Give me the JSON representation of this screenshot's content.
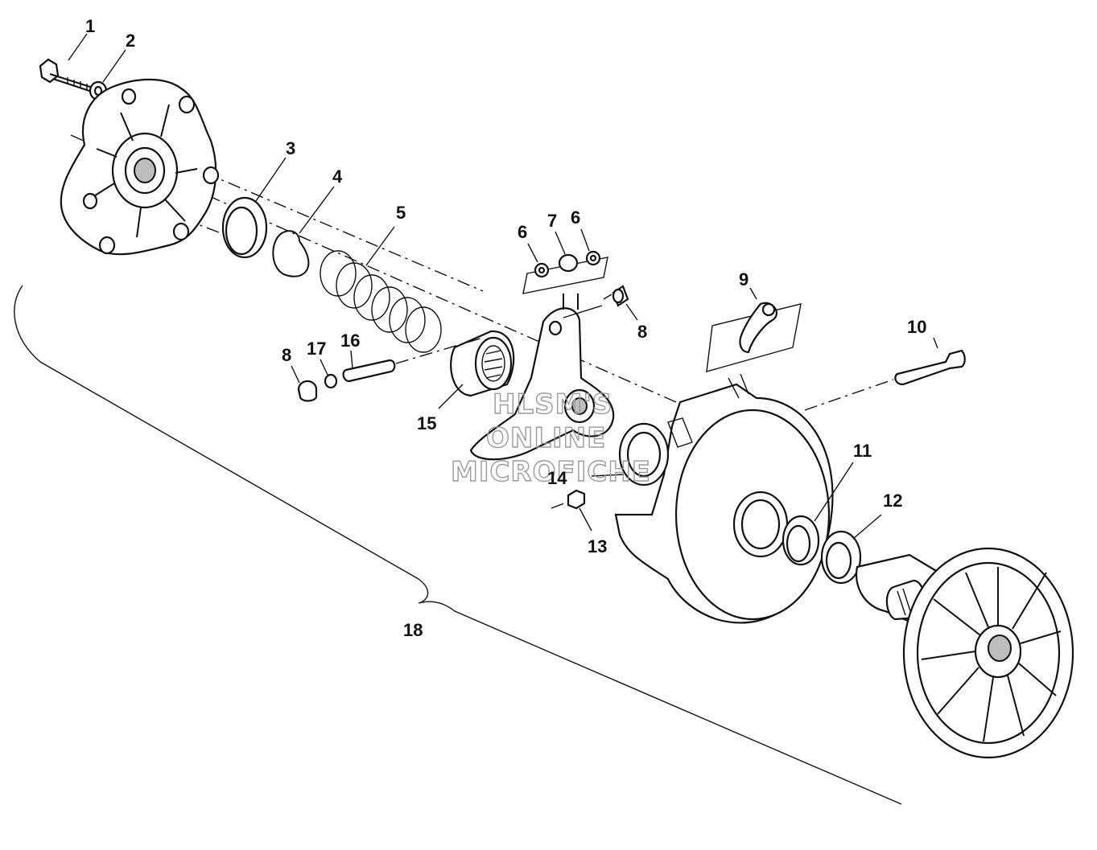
{
  "diagram": {
    "callouts": [
      {
        "id": "c1",
        "text": "1"
      },
      {
        "id": "c2",
        "text": "2"
      },
      {
        "id": "c3",
        "text": "3"
      },
      {
        "id": "c4",
        "text": "4"
      },
      {
        "id": "c5",
        "text": "5"
      },
      {
        "id": "c6a",
        "text": "6"
      },
      {
        "id": "c7",
        "text": "7"
      },
      {
        "id": "c6b",
        "text": "6"
      },
      {
        "id": "c8a",
        "text": "8"
      },
      {
        "id": "c9",
        "text": "9"
      },
      {
        "id": "c10",
        "text": "10"
      },
      {
        "id": "c8b",
        "text": "8"
      },
      {
        "id": "c17",
        "text": "17"
      },
      {
        "id": "c16",
        "text": "16"
      },
      {
        "id": "c15",
        "text": "15"
      },
      {
        "id": "c14",
        "text": "14"
      },
      {
        "id": "c11",
        "text": "11"
      },
      {
        "id": "c12",
        "text": "12"
      },
      {
        "id": "c13",
        "text": "13"
      },
      {
        "id": "c18",
        "text": "18"
      }
    ],
    "watermark": [
      "HLSM'S",
      "ONLINE",
      "MICROFICHE"
    ]
  }
}
